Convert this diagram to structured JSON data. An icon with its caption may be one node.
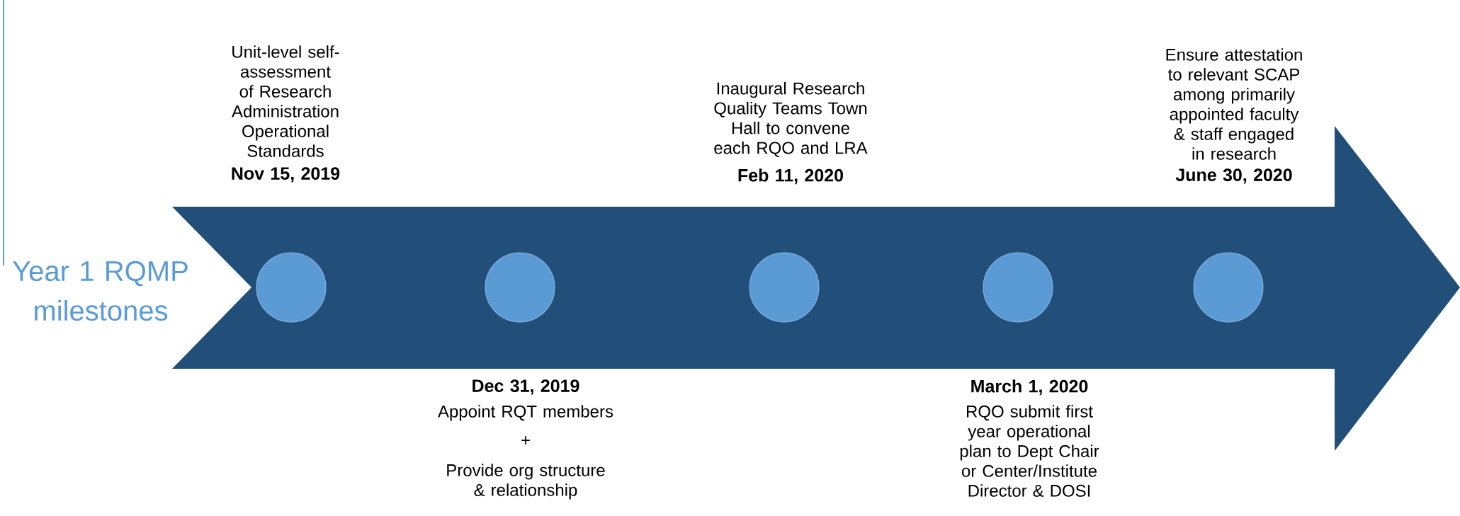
{
  "diagram": {
    "nodes": [
      {
        "text": [],
        "shape": "arrow"
      },
      {
        "text": [],
        "shape": "circle",
        "in": 0
      },
      {
        "text": [],
        "shape": "circle",
        "in": 0
      },
      {
        "text": [],
        "shape": "circle",
        "in": 0
      },
      {
        "text": [],
        "shape": "circle",
        "in": 0
      },
      {
        "text": [],
        "shape": "circle",
        "in": 0
      }
    ],
    "edges": [],
    "labels": [
      "Unit-level self-assessment of Research Administration Operational Standards",
      "Nov 15, 2019",
      "Inaugural Research Quality Teams Town Hall to convene each RQO and LRA",
      "Feb 11, 2020",
      "Ensure attestation to relevant SCAP among primarily appointed faculty & staff engaged in research",
      "June 30, 2020",
      "Year 1 RQMP milestones",
      "Dec 31, 2019",
      "Appoint RQT members",
      "+",
      "Provide org structure & relationship",
      "March 1, 2020",
      "RQO submit first year operational plan to Dept Chair or Center/Institute Director & DOSI"
    ]
  }
}
